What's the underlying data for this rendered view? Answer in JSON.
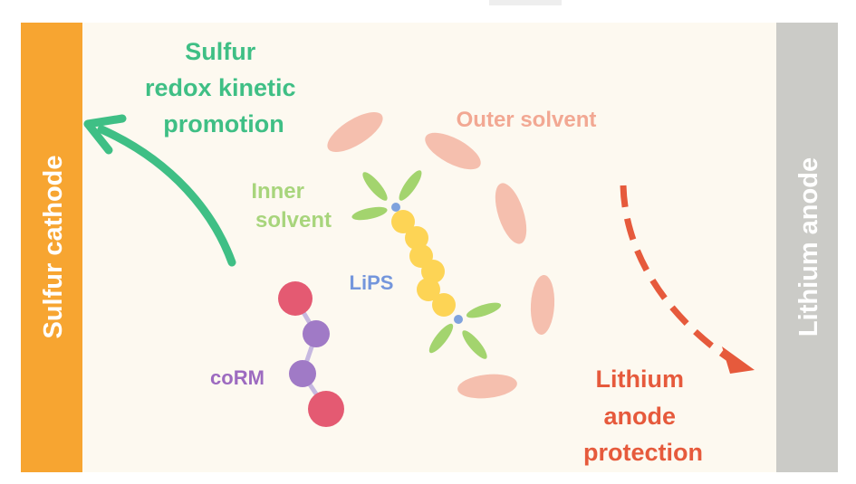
{
  "colors": {
    "cathode": "#f7a531",
    "anode": "#cbcbc7",
    "background": "#fdf9f0",
    "green": "#3fbf85",
    "red": "#e65a3c",
    "salmon": "#f5bfae",
    "salmon_text": "#f2a893",
    "light_green": "#a3d46e",
    "light_green_text": "#a8d57c",
    "yellow": "#fdd455",
    "blue": "#7fa2dd",
    "blue_text": "#7496dc",
    "pink": "#e45a72",
    "purple": "#a07ac6",
    "purple_text": "#9d6bc0"
  },
  "electrodes": {
    "cathode_label": "Sulfur cathode",
    "anode_label": "Lithium anode"
  },
  "labels": {
    "sulfur_promotion": [
      "Sulfur",
      "redox kinetic",
      "promotion"
    ],
    "lithium_protection": [
      "Lithium",
      "anode",
      "protection"
    ],
    "outer_solvent": "Outer solvent",
    "inner_solvent": [
      "Inner",
      "solvent"
    ],
    "lips": "LiPS",
    "corm": "coRM"
  },
  "icons": {
    "cathode_arrow": "curved-arrow-icon",
    "anode_arrow": "dashed-curved-arrow-icon"
  }
}
